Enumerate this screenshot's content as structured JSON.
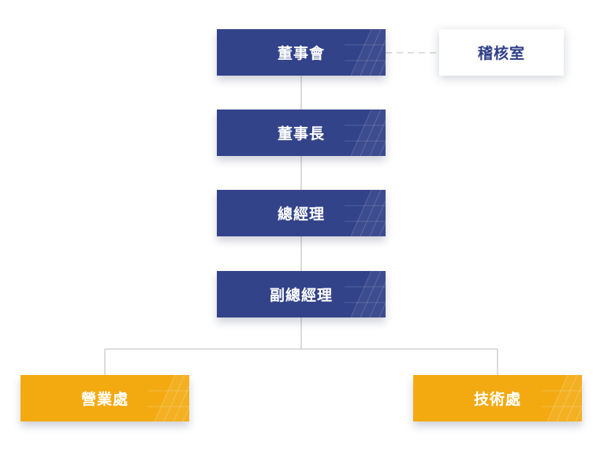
{
  "org_chart": {
    "board": {
      "label": "董事會"
    },
    "audit": {
      "label": "稽核室"
    },
    "chairman": {
      "label": "董事長"
    },
    "general_manager": {
      "label": "總經理"
    },
    "vice_general_manager": {
      "label": "副總經理"
    },
    "sales_dept": {
      "label": "營業處"
    },
    "tech_dept": {
      "label": "技術處"
    }
  },
  "colors": {
    "navy": "#33438a",
    "amber": "#f3aa11",
    "audit_text": "#2e3e87",
    "connector": "#c9c9c9"
  }
}
